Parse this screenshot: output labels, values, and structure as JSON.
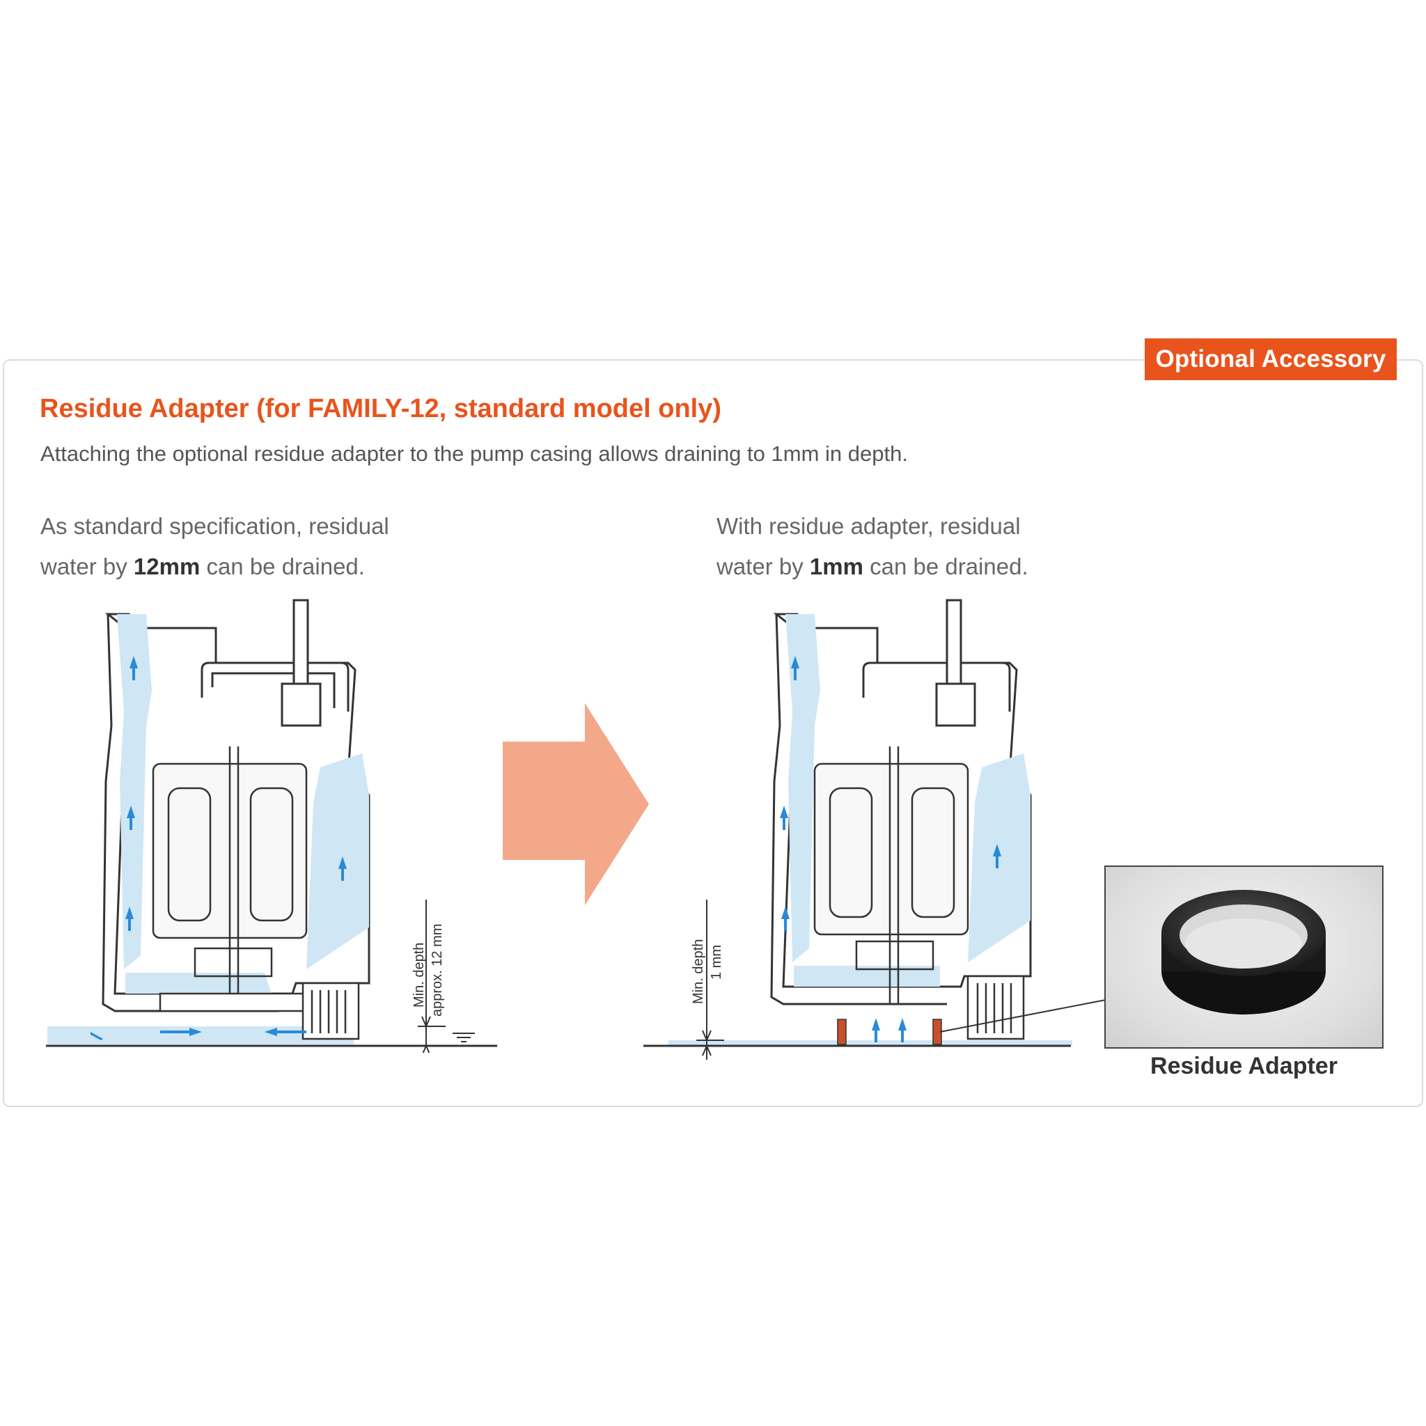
{
  "badge": "Optional Accessory",
  "title": "Residue Adapter (for FAMILY-12, standard model only)",
  "description": "Attaching the optional residue adapter to the pump casing allows draining to 1mm in depth.",
  "left": {
    "caption_line1": "As standard specification, residual",
    "caption_pre": "water by ",
    "caption_value": "12mm",
    "caption_post": " can be drained.",
    "depth_label_1": "Min. depth",
    "depth_label_2": "approx. 12 mm"
  },
  "right": {
    "caption_line1": "With residue adapter, residual",
    "caption_pre": "water by ",
    "caption_value": "1mm",
    "caption_post": " can be drained.",
    "depth_label_1": "Min. depth",
    "depth_label_2": "1 mm"
  },
  "photo_label": "Residue Adapter",
  "colors": {
    "accent": "#e8541c",
    "arrow": "#f4a88a",
    "water": "#cfe6f5",
    "flow_arrow": "#2a8ad6",
    "adapter_section": "#c8502a"
  }
}
